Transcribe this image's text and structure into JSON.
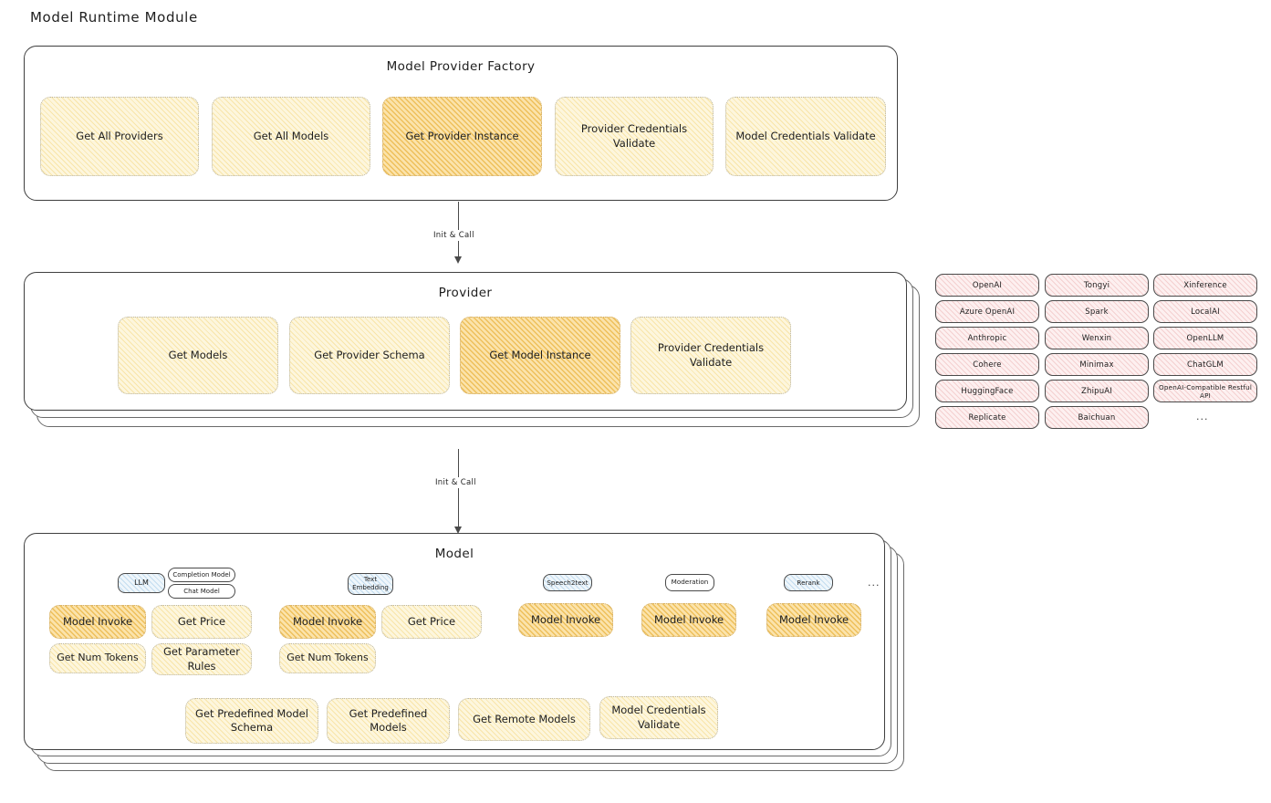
{
  "page": {
    "title": "Model Runtime Module"
  },
  "factory": {
    "title": "Model Provider Factory",
    "boxes": [
      {
        "label": "Get All Providers",
        "highlight": false
      },
      {
        "label": "Get All Models",
        "highlight": false
      },
      {
        "label": "Get Provider Instance",
        "highlight": true
      },
      {
        "label": "Provider Credentials Validate",
        "highlight": false
      },
      {
        "label": "Model Credentials Validate",
        "highlight": false
      }
    ]
  },
  "arrow_top": {
    "label": "Init & Call"
  },
  "provider": {
    "title": "Provider",
    "boxes": [
      {
        "label": "Get Models",
        "highlight": false
      },
      {
        "label": "Get Provider Schema",
        "highlight": false
      },
      {
        "label": "Get Model Instance",
        "highlight": true
      },
      {
        "label": "Provider Credentials Validate",
        "highlight": false
      }
    ]
  },
  "arrow_bottom": {
    "label": "Init & Call"
  },
  "provider_list": {
    "column1": [
      "OpenAI",
      "Azure OpenAI",
      "Anthropic",
      "Cohere",
      "HuggingFace",
      "Replicate"
    ],
    "column2": [
      "Tongyi",
      "Spark",
      "Wenxin",
      "Minimax",
      "ZhipuAI",
      "Baichuan"
    ],
    "column3": [
      "Xinference",
      "LocalAI",
      "OpenLLM",
      "ChatGLM",
      "OpenAI-Compatible Restful API"
    ],
    "more": "..."
  },
  "model": {
    "title": "Model",
    "more": "...",
    "types": [
      {
        "name": "LLM",
        "style": "blue",
        "sub": [
          "Completion Model",
          "Chat Model"
        ]
      },
      {
        "name": "Text Embedding",
        "style": "blue",
        "sub": []
      },
      {
        "name": "Speech2text",
        "style": "blue",
        "sub": []
      },
      {
        "name": "Moderation",
        "style": "plain",
        "sub": []
      },
      {
        "name": "Rerank",
        "style": "blue",
        "sub": []
      }
    ],
    "llm_methods": [
      {
        "label": "Model Invoke",
        "highlight": true
      },
      {
        "label": "Get Price",
        "highlight": false
      },
      {
        "label": "Get Num Tokens",
        "highlight": false
      },
      {
        "label": "Get Parameter Rules",
        "highlight": false
      }
    ],
    "embedding_methods": [
      {
        "label": "Model Invoke",
        "highlight": true
      },
      {
        "label": "Get Price",
        "highlight": false
      },
      {
        "label": "Get Num Tokens",
        "highlight": false
      }
    ],
    "speech_methods": [
      {
        "label": "Model Invoke",
        "highlight": true
      }
    ],
    "moderation_methods": [
      {
        "label": "Model Invoke",
        "highlight": true
      }
    ],
    "rerank_methods": [
      {
        "label": "Model Invoke",
        "highlight": true
      }
    ],
    "common_methods": [
      {
        "label": "Get Predefined Model Schema",
        "highlight": false
      },
      {
        "label": "Get Predefined Models",
        "highlight": false
      },
      {
        "label": "Get Remote Models",
        "highlight": false
      },
      {
        "label": "Model Credentials Validate",
        "highlight": false
      }
    ]
  },
  "colors": {
    "light_fill": "#fdf6dd",
    "dark_fill": "#fbe3ab",
    "rose_fill": "#fdf0f0",
    "blue_fill": "#eff6fb",
    "stroke": "#3f3f3f"
  }
}
